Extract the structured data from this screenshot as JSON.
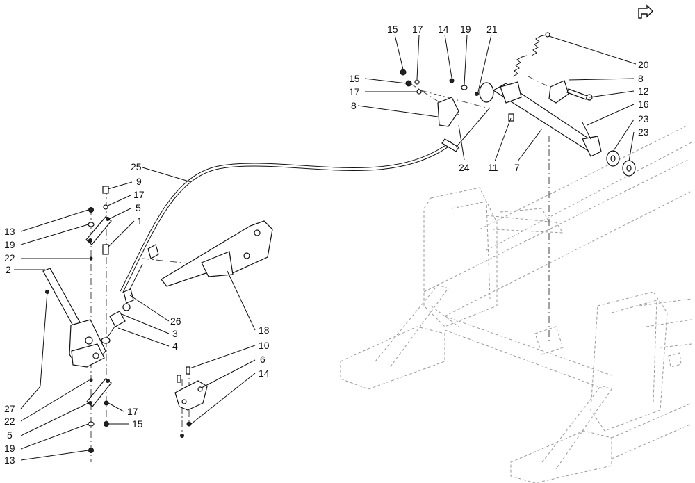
{
  "nav": {
    "icon": "return-arrow-icon"
  },
  "callouts": [
    {
      "id": "c15a",
      "text": "15"
    },
    {
      "id": "c17a",
      "text": "17"
    },
    {
      "id": "c14a",
      "text": "14"
    },
    {
      "id": "c19a",
      "text": "19"
    },
    {
      "id": "c21",
      "text": "21"
    },
    {
      "id": "c20",
      "text": "20"
    },
    {
      "id": "c15b",
      "text": "15"
    },
    {
      "id": "c17b",
      "text": "17"
    },
    {
      "id": "c8a",
      "text": "8"
    },
    {
      "id": "c8b",
      "text": "8"
    },
    {
      "id": "c12",
      "text": "12"
    },
    {
      "id": "c16",
      "text": "16"
    },
    {
      "id": "c23a",
      "text": "23"
    },
    {
      "id": "c23b",
      "text": "23"
    },
    {
      "id": "c24",
      "text": "24"
    },
    {
      "id": "c11",
      "text": "11"
    },
    {
      "id": "c7",
      "text": "7"
    },
    {
      "id": "c25",
      "text": "25"
    },
    {
      "id": "c9",
      "text": "9"
    },
    {
      "id": "c17c",
      "text": "17"
    },
    {
      "id": "c5a",
      "text": "5"
    },
    {
      "id": "c1",
      "text": "1"
    },
    {
      "id": "c13a",
      "text": "13"
    },
    {
      "id": "c19b",
      "text": "19"
    },
    {
      "id": "c22a",
      "text": "22"
    },
    {
      "id": "c2",
      "text": "2"
    },
    {
      "id": "c26",
      "text": "26"
    },
    {
      "id": "c3",
      "text": "3"
    },
    {
      "id": "c4",
      "text": "4"
    },
    {
      "id": "c18",
      "text": "18"
    },
    {
      "id": "c10",
      "text": "10"
    },
    {
      "id": "c6",
      "text": "6"
    },
    {
      "id": "c14b",
      "text": "14"
    },
    {
      "id": "c27",
      "text": "27"
    },
    {
      "id": "c22b",
      "text": "22"
    },
    {
      "id": "c5b",
      "text": "5"
    },
    {
      "id": "c19c",
      "text": "19"
    },
    {
      "id": "c13b",
      "text": "13"
    },
    {
      "id": "c17d",
      "text": "17"
    },
    {
      "id": "c15c",
      "text": "15"
    }
  ]
}
